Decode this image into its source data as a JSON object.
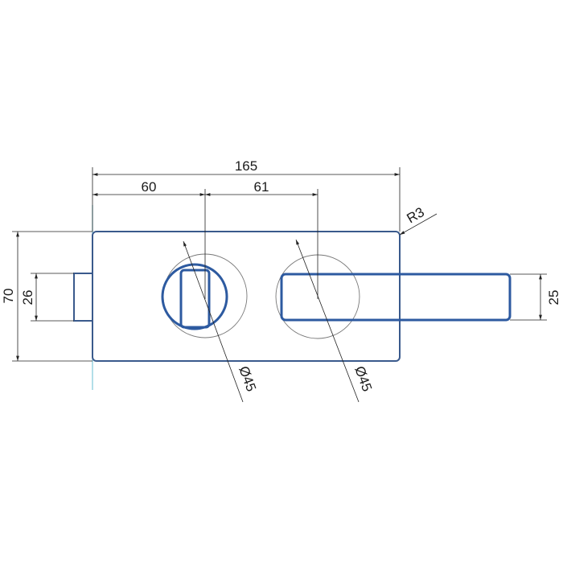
{
  "drawing": {
    "title": "Glass door lock technical drawing",
    "dimensions": {
      "overall_width": "165",
      "left_to_center": "60",
      "center_to_center": "61",
      "height": "70",
      "stub_height": "26",
      "handle_height": "25",
      "corner_radius": "R3",
      "left_rosette_diameter": "Ø45",
      "right_rosette_diameter": "Ø45"
    },
    "colors": {
      "part_outline": "#3a5a8c",
      "part_thick": "#2d5aa0",
      "glass_line": "#7fc8d8",
      "dimension": "#222222"
    }
  }
}
